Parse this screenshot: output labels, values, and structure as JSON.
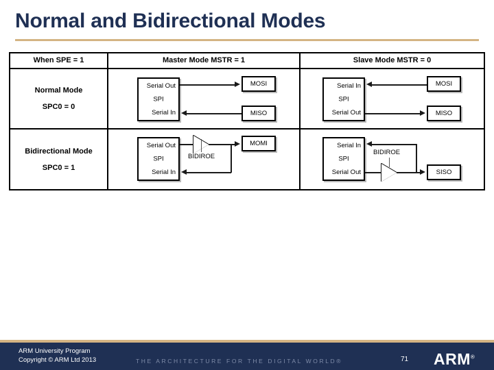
{
  "slide": {
    "title": "Normal and Bidirectional Modes",
    "accent_gold": "#D4B483",
    "navy": "#1F3054"
  },
  "table": {
    "headers": {
      "condition": "When SPE = 1",
      "master": "Master Mode MSTR = 1",
      "slave": "Slave Mode MSTR = 0"
    },
    "rows": [
      {
        "mode_name": "Normal Mode",
        "mode_setting": "SPC0 = 0",
        "master": {
          "block": "SPI",
          "port_top": "Serial Out",
          "port_bottom": "Serial In",
          "pin_top": "MOSI",
          "pin_bottom": "MISO",
          "top_direction": "out",
          "bottom_direction": "in",
          "buffer": null,
          "buffer_label": null
        },
        "slave": {
          "block": "SPI",
          "port_top": "Serial In",
          "port_bottom": "Serial Out",
          "pin_top": "MOSI",
          "pin_bottom": "MISO",
          "top_direction": "in",
          "bottom_direction": "out",
          "buffer": null,
          "buffer_label": null
        }
      },
      {
        "mode_name": "Bidirectional Mode",
        "mode_setting": "SPC0 = 1",
        "master": {
          "block": "SPI",
          "port_top": "Serial Out",
          "port_bottom": "Serial In",
          "pin_top": "MOMI",
          "pin_bottom": null,
          "top_direction": "out",
          "bottom_direction": "in",
          "buffer": "tri-state-buffer",
          "buffer_label": "BIDIROE"
        },
        "slave": {
          "block": "SPI",
          "port_top": "Serial In",
          "port_bottom": "Serial Out",
          "pin_top": null,
          "pin_bottom": "SISO",
          "top_direction": "in",
          "bottom_direction": "out",
          "buffer": "tri-state-buffer",
          "buffer_label": "BIDIROE"
        }
      }
    ]
  },
  "footer": {
    "program": "ARM University Program",
    "copyright": "Copyright © ARM Ltd 2013",
    "tagline": "THE ARCHITECTURE FOR THE DIGITAL WORLD",
    "tagline_mark": "®",
    "page_number": "71",
    "logo": "ARM",
    "logo_mark": "®"
  }
}
